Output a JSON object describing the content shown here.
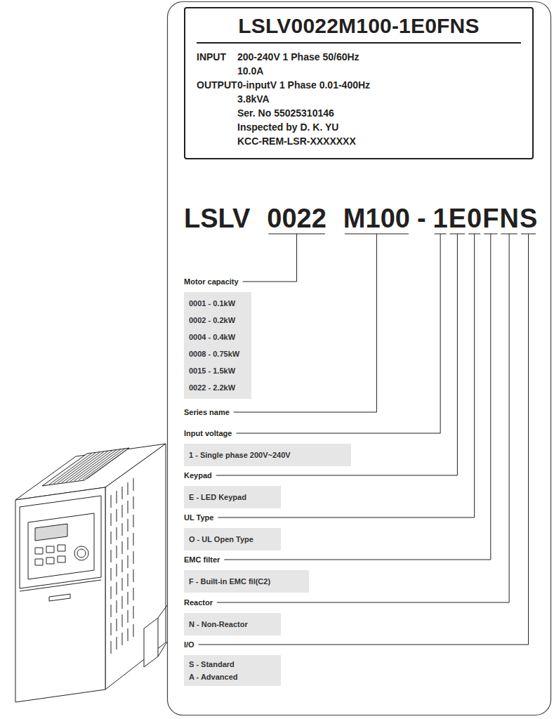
{
  "diagram": {
    "nodes": [
      {
        "text": [
          "LSLV0022M100-1E0FNS",
          "INPUT",
          "200-240V 1 Phase 50/60Hz",
          "10.0A",
          "OUTPUT",
          "0-inputV 1 Phase 0.01-400Hz",
          "3.8kVA",
          "Ser. No 55025310146",
          "Inspected by D. K. YU",
          "KCC-REM-LSR-XXXXXXX"
        ]
      },
      {
        "text": [
          "Motor capacity",
          "0001 - 0.1kW",
          "0002 - 0.2kW",
          "0004 - 0.4kW",
          "0008 - 0.75kW",
          "0015 - 1.5kW",
          "0022 - 2.2kW"
        ]
      },
      {
        "text": [
          "Input voltage",
          "1 - Single phase 200V~240V"
        ]
      },
      {
        "text": [
          "Keypad",
          "E - LED Keypad"
        ]
      },
      {
        "text": [
          "UL Type",
          "O - UL Open Type"
        ]
      },
      {
        "text": [
          "EMC filter",
          "F - Built-in EMC fil(C2)"
        ]
      },
      {
        "text": [
          "Reactor",
          "N - Non-Reactor"
        ]
      },
      {
        "text": [
          "I/O",
          "S - Standard",
          "A - Advanced"
        ]
      }
    ],
    "labels": [
      "LSLV",
      "0022",
      "M100",
      "-",
      "1",
      "E",
      "0",
      "F",
      "N",
      "S",
      "Series name"
    ]
  }
}
